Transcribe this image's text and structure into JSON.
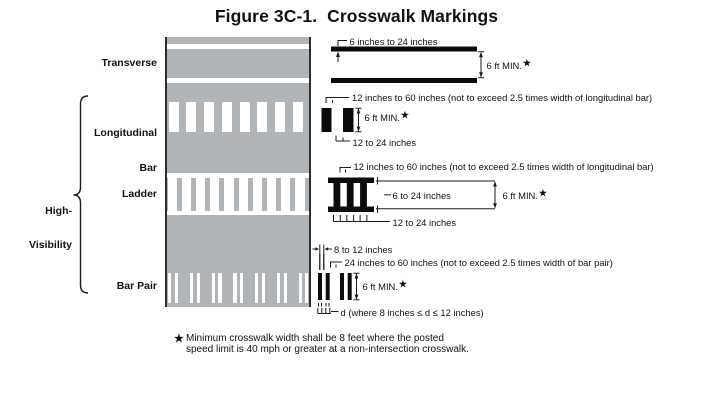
{
  "title": "Figure 3C-1.  Crosswalk Markings",
  "star": "★",
  "row_labels": {
    "transverse": "Transverse",
    "longitudinal_line1": "Longitudinal",
    "longitudinal_line2": "Bar",
    "ladder": "Ladder",
    "bar_pair": "Bar Pair",
    "group_line1": "High-",
    "group_line2": "Visibility"
  },
  "diagrams": {
    "transverse": {
      "line_width": "6 inches to 24 inches",
      "crosswalk_width": "6 ft MIN."
    },
    "longitudinal_bar": {
      "gap": "12 inches to 60 inches (not to exceed 2.5 times width of longitudinal bar)",
      "crosswalk_width": "6 ft MIN.",
      "bar_width": "12 to 24 inches"
    },
    "ladder": {
      "gap": "12 inches to 60 inches (not to exceed 2.5 times width of longitudinal bar)",
      "line_width": "6 to 24 inches",
      "crosswalk_width": "6 ft MIN.",
      "bar_width": "12 to 24 inches"
    },
    "bar_pair": {
      "bar_width": "8 to 12 inches",
      "gap": "24 inches to 60 inches (not to exceed 2.5 times width of bar pair)",
      "crosswalk_width": "6 ft MIN.",
      "d_spec": "d (where 8 inches ≤ d ≤ 12 inches)"
    }
  },
  "footnote": {
    "marker": "★",
    "line1": "Minimum crosswalk width shall be 8 feet where the posted",
    "line2": "speed limit is 40 mph or greater at a non-intersection crosswalk."
  },
  "colors": {
    "road_gray": "#b1b5b7",
    "marking_white": "#ffffff",
    "bar_black": "#0b0b0b"
  }
}
